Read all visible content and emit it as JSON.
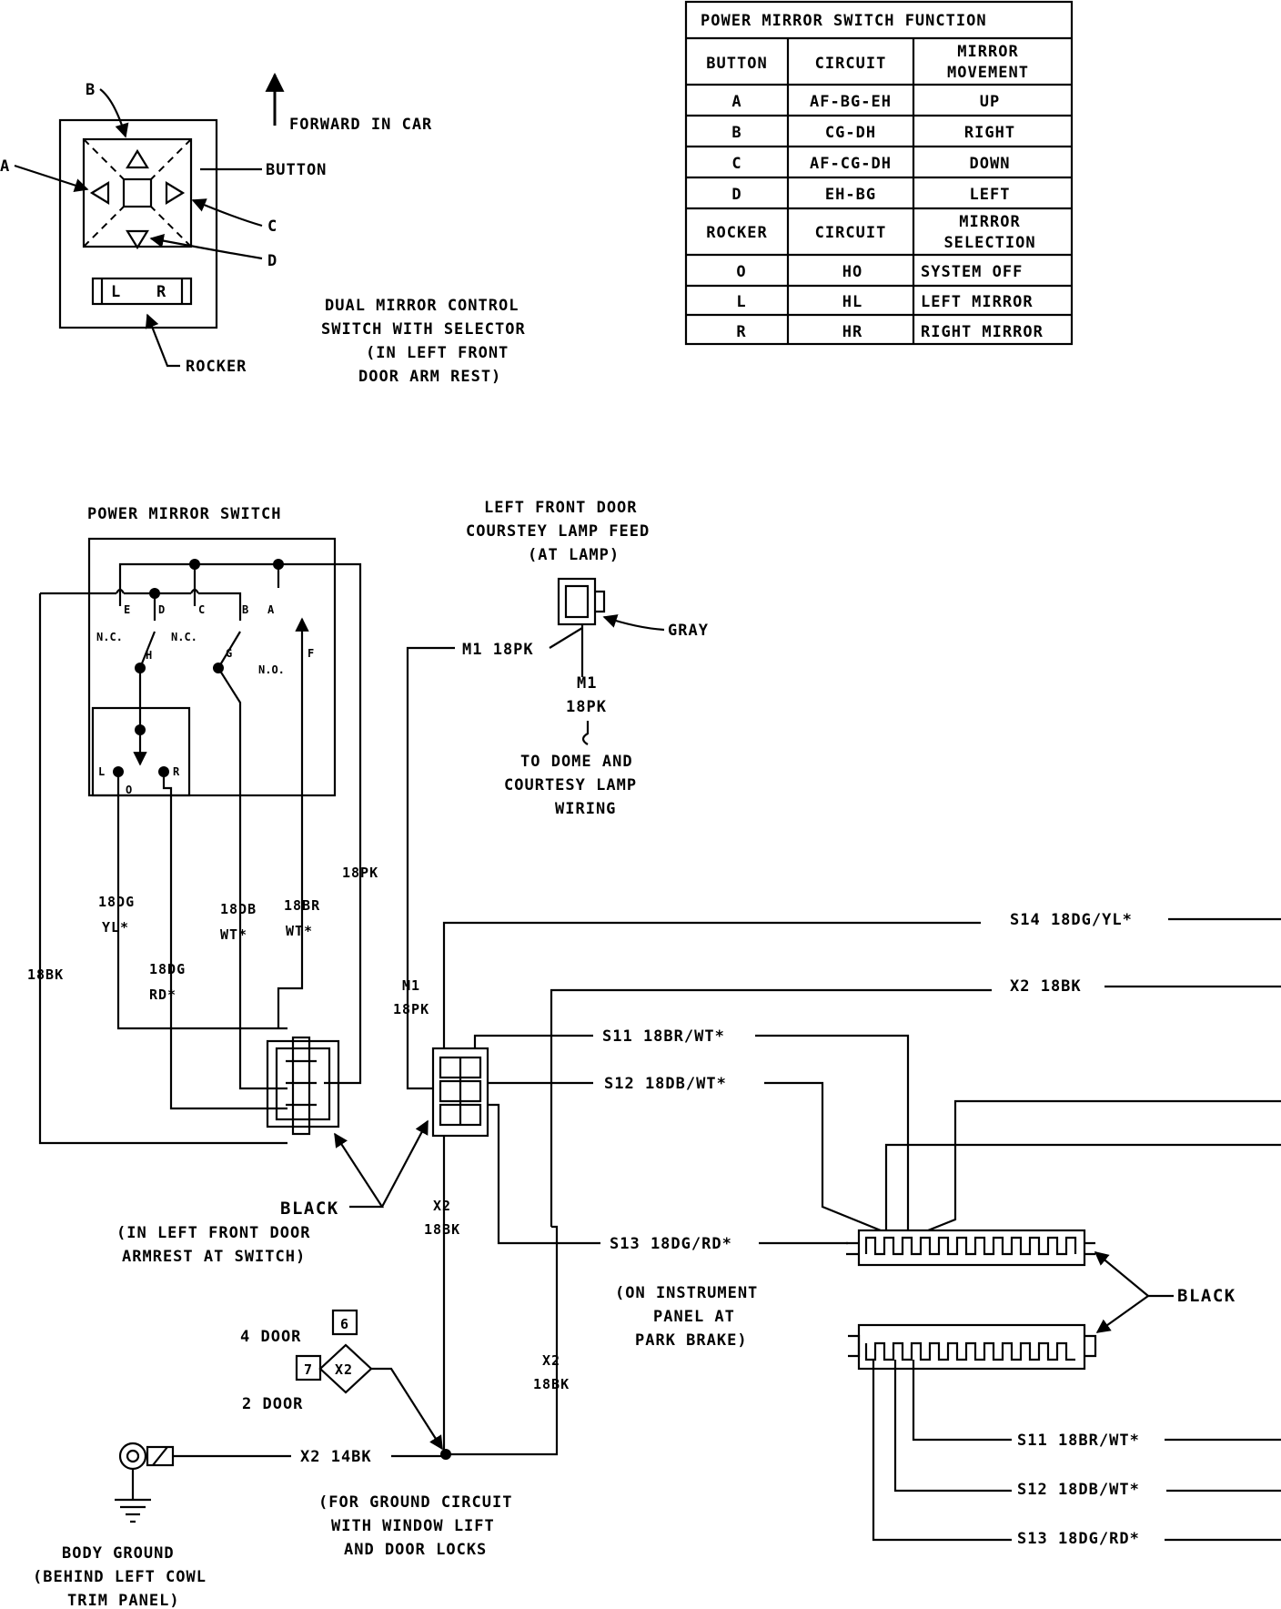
{
  "switch_detail": {
    "label_a": "A",
    "label_b": "B",
    "label_c": "C",
    "label_d": "D",
    "button_label": "BUTTON",
    "rocker_label": "ROCKER",
    "rocker_l": "L",
    "rocker_r": "R",
    "forward_label": "FORWARD IN CAR",
    "caption": [
      "DUAL MIRROR CONTROL",
      "SWITCH WITH SELECTOR",
      "(IN LEFT FRONT",
      "DOOR ARM REST)"
    ]
  },
  "function_table": {
    "title": "POWER MIRROR SWITCH FUNCTION",
    "header1": [
      "BUTTON",
      "CIRCUIT",
      "MIRROR",
      "MOVEMENT"
    ],
    "rows1": [
      [
        "A",
        "AF-BG-EH",
        "UP"
      ],
      [
        "B",
        "CG-DH",
        "RIGHT"
      ],
      [
        "C",
        "AF-CG-DH",
        "DOWN"
      ],
      [
        "D",
        "EH-BG",
        "LEFT"
      ]
    ],
    "header2": [
      "ROCKER",
      "CIRCUIT",
      "MIRROR",
      "SELECTION"
    ],
    "rows2": [
      [
        "O",
        "HO",
        "SYSTEM OFF"
      ],
      [
        "L",
        "HL",
        "LEFT MIRROR"
      ],
      [
        "R",
        "HR",
        "RIGHT MIRROR"
      ]
    ]
  },
  "schematic": {
    "switch_title": "POWER MIRROR SWITCH",
    "pins": {
      "e": "E",
      "d": "D",
      "c": "C",
      "b": "B",
      "a": "A",
      "nc1": "N.C.",
      "nc2": "N.C.",
      "no": "N.O.",
      "h": "H",
      "g": "G",
      "f": "F",
      "l": "L",
      "o": "O",
      "r": "R"
    },
    "courtesy_lamp": [
      "LEFT FRONT DOOR",
      "COURSTEY LAMP FEED",
      "(AT LAMP)"
    ],
    "gray_label": "GRAY",
    "m1_feed": "M1 18PK",
    "m1_lower": [
      "M1",
      "18PK"
    ],
    "to_dome": [
      "TO DOME AND",
      "COURTESY LAMP",
      "WIRING"
    ],
    "wire_18pk": "18PK",
    "wire_18dg_yl": [
      "18DG",
      "YL*"
    ],
    "wire_18db_wt": [
      "18DB",
      "WT*"
    ],
    "wire_18br_wt": [
      "18BR",
      "WT*"
    ],
    "wire_18bk": "18BK",
    "wire_18dg_rd": [
      "18DG",
      "RD*"
    ],
    "wire_m1": [
      "M1",
      "18PK"
    ],
    "connector_note": [
      "BLACK",
      "(IN LEFT FRONT DOOR",
      "ARMREST AT SWITCH)"
    ],
    "wire_x2_a": [
      "X2",
      "18BK"
    ],
    "wire_x2_b": [
      "X2",
      "18BK"
    ],
    "s14": "S14 18DG/YL*",
    "x2_top": "X2 18BK",
    "s11_top": "S11 18BR/WT*",
    "s12_top": "S12 18DB/WT*",
    "s13_top": "S13 18DG/RD*",
    "ip_note": [
      "(ON INSTRUMENT",
      "PANEL AT",
      "PARK BRAKE)"
    ],
    "black_right": "BLACK",
    "four_door": "4 DOOR",
    "two_door": "2 DOOR",
    "splice_6": "6",
    "splice_7": "7",
    "splice_x2": "X2",
    "ground_wire": "X2 14BK",
    "ground_note": [
      "(FOR GROUND CIRCUIT",
      "WITH WINDOW LIFT",
      "AND DOOR LOCKS"
    ],
    "body_ground": [
      "BODY GROUND",
      "(BEHIND LEFT COWL",
      "TRIM PANEL)"
    ],
    "s11_bot": "S11 18BR/WT*",
    "s12_bot": "S12 18DB/WT*",
    "s13_bot": "S13 18DG/RD*"
  }
}
